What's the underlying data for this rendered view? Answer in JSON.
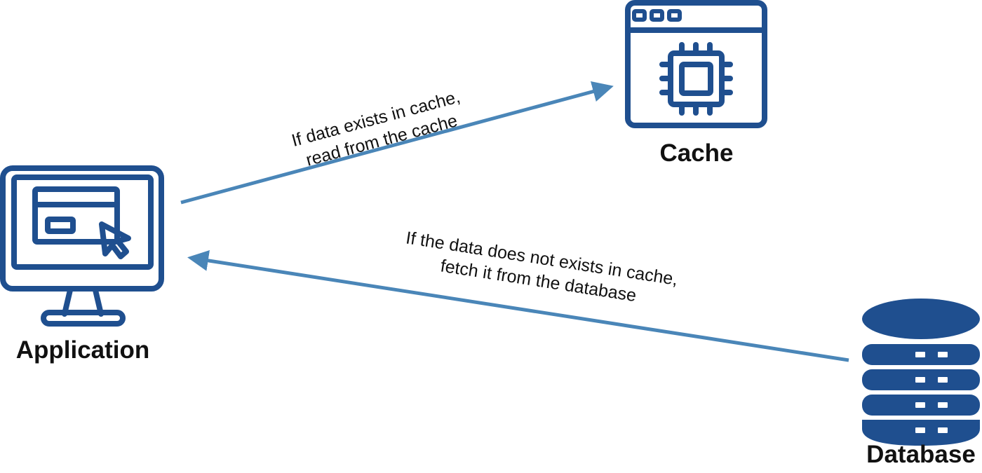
{
  "colors": {
    "icon_stroke": "#1f4f8f",
    "arrow": "#4a86b8",
    "label_text": "#111111",
    "background": "#ffffff"
  },
  "nodes": {
    "application": {
      "label": "Application",
      "icon": "desktop-monitor-icon"
    },
    "cache": {
      "label": "Cache",
      "icon": "browser-window-chip-icon"
    },
    "database": {
      "label": "Database",
      "icon": "database-cylinder-icon"
    }
  },
  "edges": {
    "read_from_cache": {
      "line1": "If data exists in cache,",
      "line2": "read from the cache"
    },
    "fetch_from_database": {
      "line1": "If the data does not exists in cache,",
      "line2": "fetch it from the database"
    }
  }
}
